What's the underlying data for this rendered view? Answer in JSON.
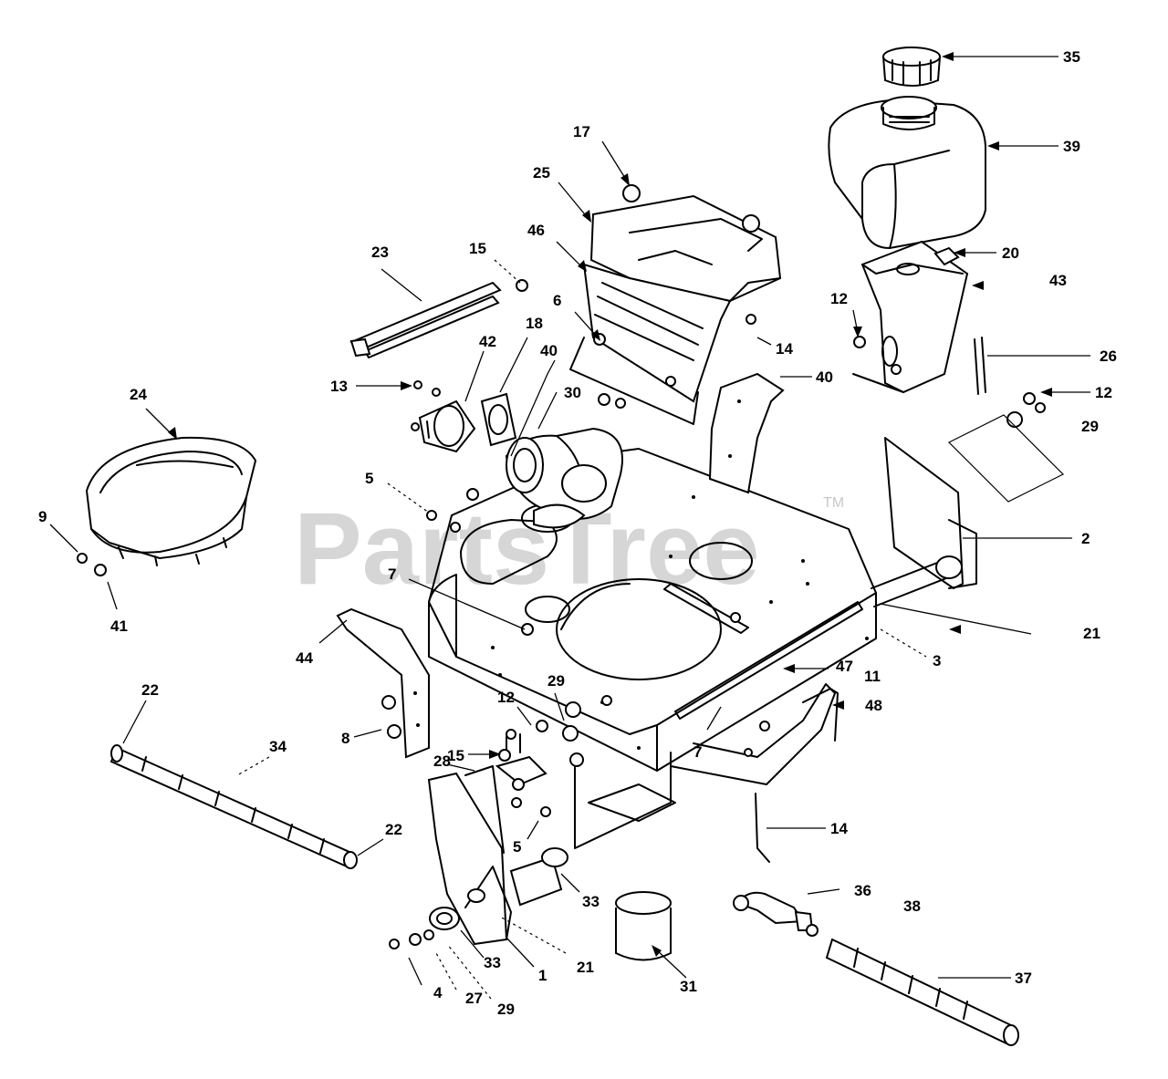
{
  "diagram": {
    "watermark": "PartsTree",
    "trademark": "TM",
    "callouts": [
      "35",
      "39",
      "17",
      "25",
      "46",
      "20",
      "43",
      "23",
      "15",
      "12",
      "26",
      "6",
      "14",
      "18",
      "42",
      "13",
      "40",
      "30",
      "40",
      "24",
      "12",
      "29",
      "5",
      "9",
      "2",
      "7",
      "41",
      "21",
      "44",
      "3",
      "47",
      "11",
      "48",
      "22",
      "29",
      "12",
      "34",
      "15",
      "8",
      "7",
      "28",
      "14",
      "22",
      "5",
      "33",
      "36",
      "38",
      "21",
      "33",
      "1",
      "31",
      "37",
      "4",
      "27",
      "29"
    ]
  }
}
